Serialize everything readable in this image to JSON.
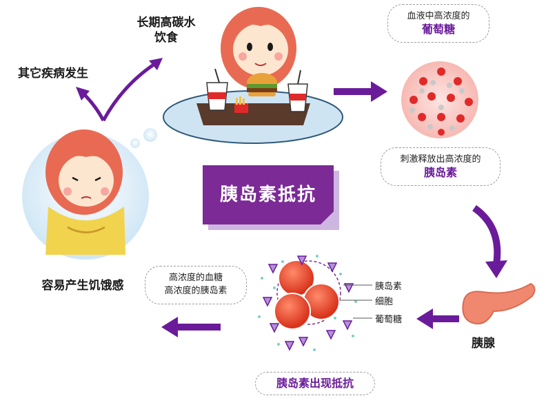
{
  "center_title": "胰岛素抵抗",
  "top_label": {
    "line1": "长期高碳水",
    "line2": "饮食"
  },
  "other_disease": "其它疾病发生",
  "hunger": "容易产生饥饿感",
  "glucose_box": {
    "line1": "血液中高浓度的",
    "line2": "葡萄糖"
  },
  "release_box": {
    "line1": "刺激释放出高浓度的",
    "line2": "胰岛素"
  },
  "pancreas": "胰腺",
  "resist_box": "胰岛素出现抵抗",
  "high_box": {
    "line1": "高浓度的血糖",
    "line2": "高浓度的胰岛素"
  },
  "legend": {
    "insulin": "胰岛素",
    "cell": "细胞",
    "glucose": "葡萄糖"
  },
  "colors": {
    "purple": "#6a1b9a",
    "accent": "#7b2a96",
    "hair": "#e86a52",
    "cell": "#e8452f"
  }
}
